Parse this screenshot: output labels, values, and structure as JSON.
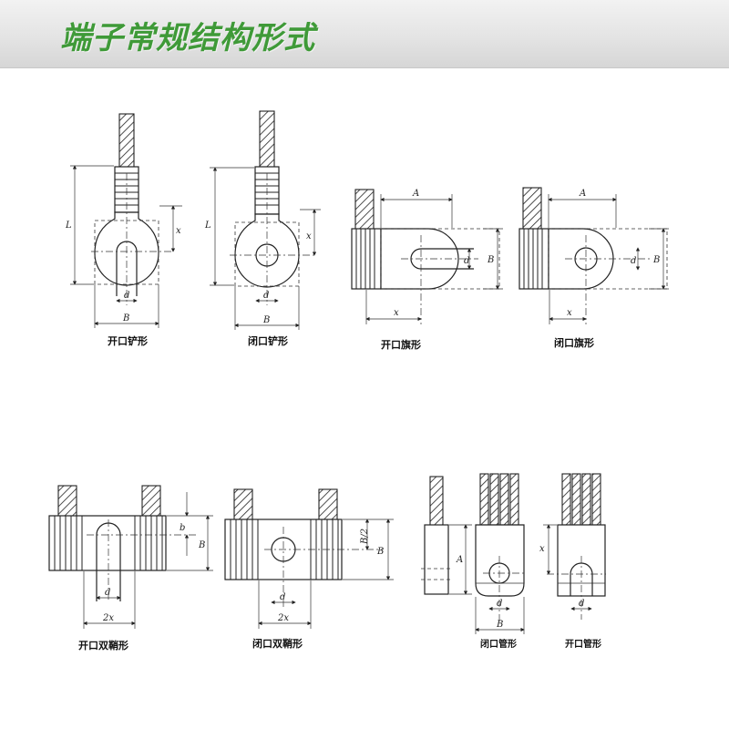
{
  "title": "端子常规结构形式",
  "figures": [
    {
      "caption": "开口铲形",
      "dims": {
        "L": "L",
        "x": "x",
        "d": "d",
        "B": "B"
      }
    },
    {
      "caption": "闭口铲形",
      "dims": {
        "L": "L",
        "x": "x",
        "d": "d",
        "B": "B"
      }
    },
    {
      "caption": "开口旗形",
      "dims": {
        "A": "A",
        "d": "d",
        "B": "B",
        "x": "x"
      }
    },
    {
      "caption": "闭口旗形",
      "dims": {
        "A": "A",
        "d": "d",
        "B": "B",
        "x": "x"
      }
    },
    {
      "caption": "开口双鞘形",
      "dims": {
        "b": "b",
        "B": "B",
        "d": "d",
        "x2": "2x"
      }
    },
    {
      "caption": "闭口双鞘形",
      "dims": {
        "B2": "B/2",
        "B": "B",
        "d": "d",
        "x2": "2x"
      }
    },
    {
      "caption": "闭口管形",
      "dims": {
        "A": "A",
        "d": "d",
        "B": "B"
      }
    },
    {
      "caption": "开口管形",
      "dims": {
        "x": "x",
        "d": "d"
      }
    }
  ],
  "colors": {
    "title": "#3f9a38",
    "header_bg": "#e4e4e4",
    "line": "#222222"
  }
}
